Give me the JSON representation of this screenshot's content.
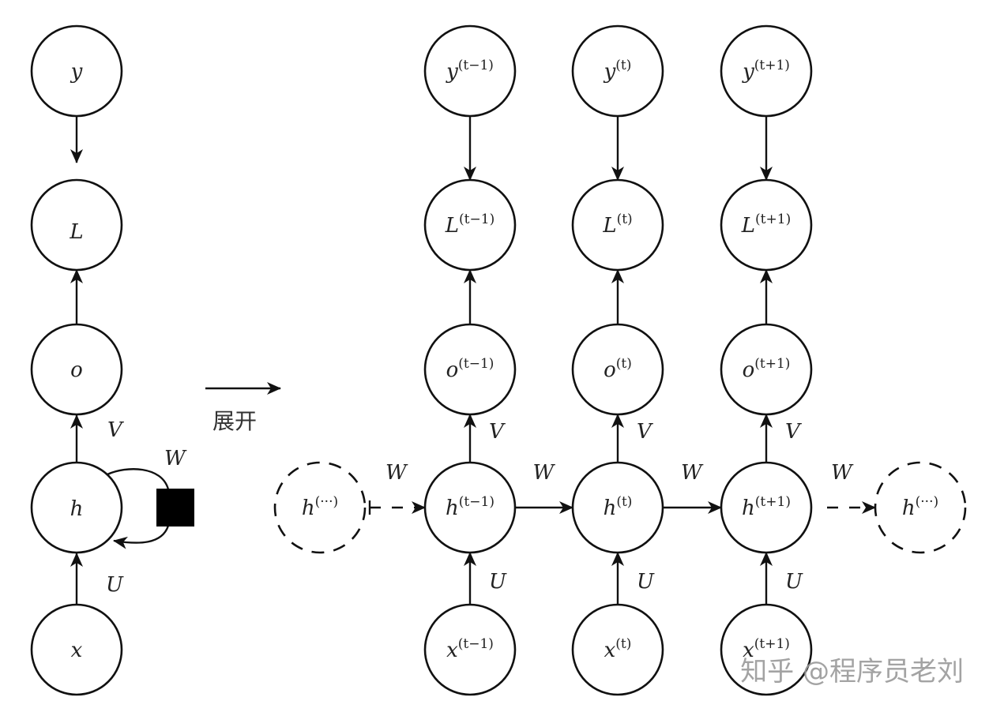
{
  "diagram": {
    "title": "RNN unfolding diagram",
    "folded": {
      "nodes": [
        {
          "id": "y",
          "label": "y",
          "sup": ""
        },
        {
          "id": "L",
          "label": "L",
          "sup": ""
        },
        {
          "id": "o",
          "label": "o",
          "sup": ""
        },
        {
          "id": "h",
          "label": "h",
          "sup": ""
        },
        {
          "id": "x",
          "label": "x",
          "sup": ""
        }
      ],
      "edges": [
        {
          "from": "y",
          "to": "L",
          "label": ""
        },
        {
          "from": "o",
          "to": "L",
          "label": ""
        },
        {
          "from": "h",
          "to": "o",
          "label": "V"
        },
        {
          "from": "x",
          "to": "h",
          "label": "U"
        },
        {
          "from": "h",
          "to": "h",
          "label": "W",
          "via": "delay-square"
        }
      ]
    },
    "unfold_arrow": {
      "label": "展开"
    },
    "unrolled": {
      "timesteps": [
        {
          "sup": "(t−1)"
        },
        {
          "sup": "(t)"
        },
        {
          "sup": "(t+1)"
        }
      ],
      "row_labels": {
        "y": "y",
        "L": "L",
        "o": "o",
        "h": "h",
        "x": "x"
      },
      "edge_labels": {
        "V": "V",
        "U": "U",
        "W": "W"
      },
      "boundary_nodes": [
        {
          "label": "h",
          "sup": "(···)",
          "side": "left",
          "style": "dashed"
        },
        {
          "label": "h",
          "sup": "(···)",
          "side": "right",
          "style": "dashed"
        }
      ]
    },
    "watermark": "知乎 @程序员老刘",
    "colors": {
      "stroke": "#111111",
      "text": "#222222",
      "watermark": "#9a9a9a",
      "background": "#ffffff"
    }
  }
}
